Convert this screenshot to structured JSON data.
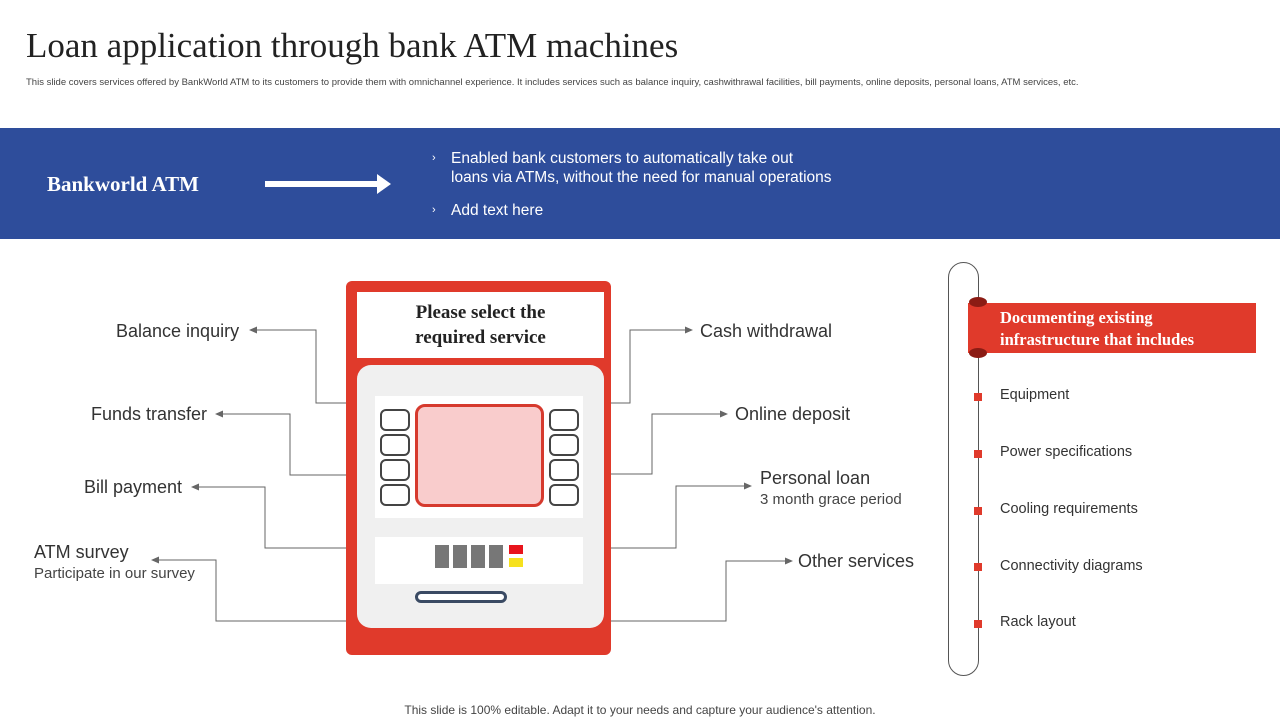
{
  "slide": {
    "title": "Loan application through bank ATM machines",
    "subtitle": "This slide covers services offered by BankWorld ATM to its customers to provide them with omnichannel experience. It includes services such as balance inquiry, cashwithrawal facilities, bill payments, online deposits, personal loans, ATM services, etc.",
    "footer": "This slide is 100% editable. Adapt it to your needs and capture your audience's attention."
  },
  "banner": {
    "label": "Bankworld ATM",
    "bullets": [
      {
        "line1": "Enabled bank customers to automatically take out",
        "line2": "loans via ATMs, without the need for manual operations"
      },
      {
        "line1": "Add text here",
        "line2": ""
      }
    ],
    "chevron": "›"
  },
  "atm": {
    "header_line1": "Please select the",
    "header_line2": "required  service"
  },
  "left_services": [
    {
      "label": "Balance inquiry",
      "sub": ""
    },
    {
      "label": "Funds transfer",
      "sub": ""
    },
    {
      "label": "Bill payment",
      "sub": ""
    },
    {
      "label": "ATM survey",
      "sub": "Participate in our survey"
    }
  ],
  "right_services": [
    {
      "label": "Cash  withdrawal",
      "sub": ""
    },
    {
      "label": "Online deposit",
      "sub": ""
    },
    {
      "label": "Personal loan",
      "sub": "3 month  grace period"
    },
    {
      "label": "Other services",
      "sub": ""
    }
  ],
  "infrastructure": {
    "heading_line1": "Documenting existing",
    "heading_line2": "infrastructure that includes",
    "items": [
      "Equipment",
      "Power specifications",
      "Cooling requirements",
      "Connectivity diagrams",
      "Rack layout"
    ]
  },
  "colors": {
    "banner_blue": "#2e4d9b",
    "accent_red": "#e03a2b",
    "screen_pink": "#f9cccc",
    "indicator_red": "#e8141c",
    "indicator_yellow": "#f6e11e"
  }
}
